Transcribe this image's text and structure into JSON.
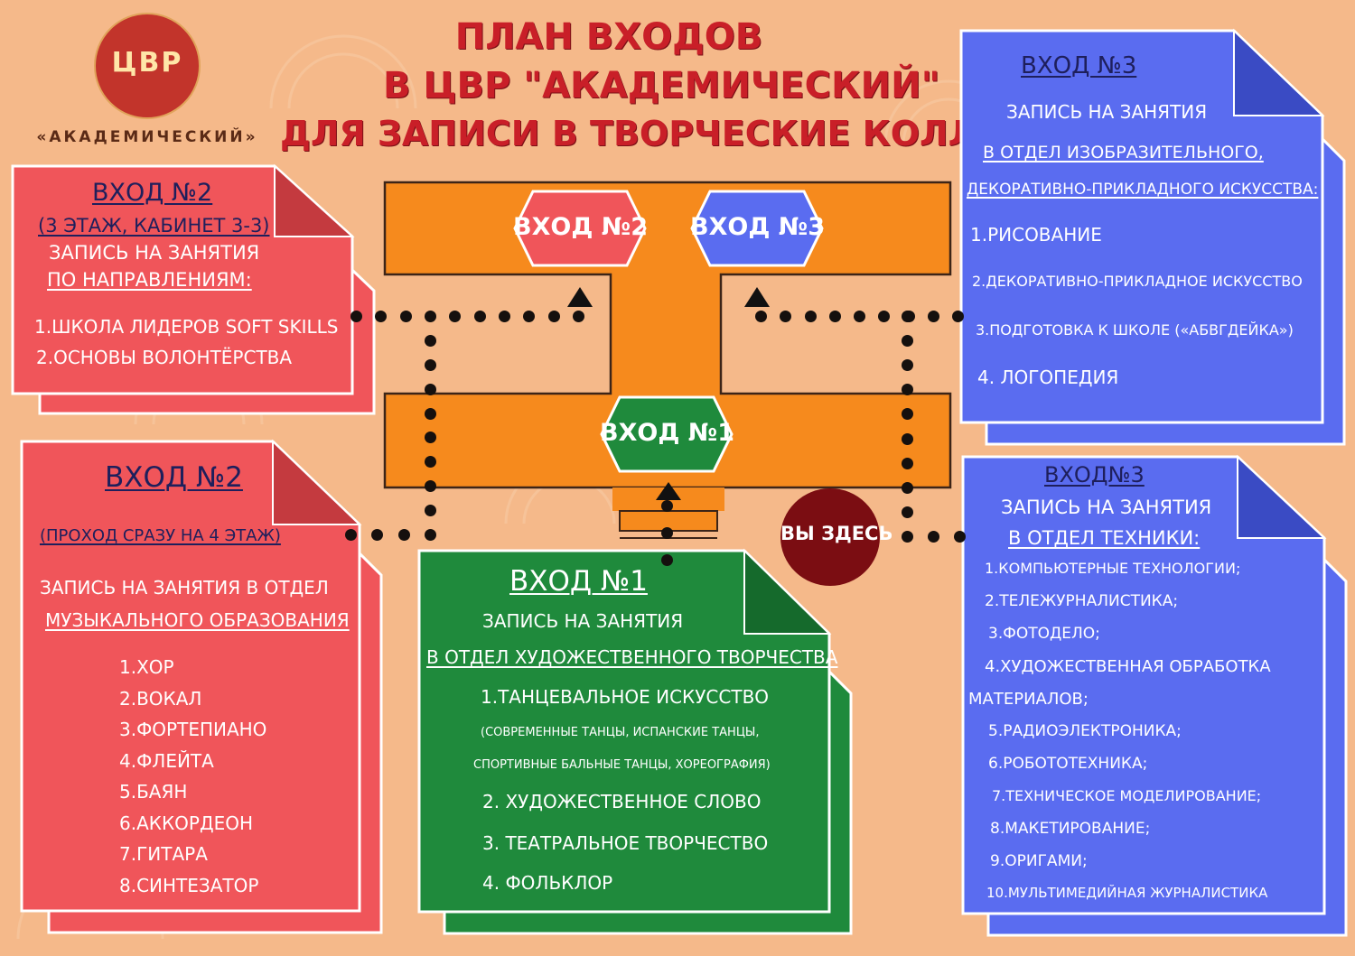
{
  "colors": {
    "background": "#f5b98a",
    "title_red": "#c91f28",
    "card_red": "#f0555a",
    "card_blue": "#5a6cf0",
    "card_green": "#1f8a3c",
    "building_orange": "#f68a1d",
    "you_are_here": "#7b0d12"
  },
  "logo": {
    "abbr": "ЦВР",
    "caption": "«АКАДЕМИЧЕСКИЙ»"
  },
  "title": {
    "line1": "ПЛАН ВХОДОВ",
    "line2": "В ЦВР \"АКАДЕМИЧЕСКИЙ\"",
    "line3": "ДЛЯ ЗАПИСИ В ТВОРЧЕСКИЕ КОЛЛЕКТИВЫ"
  },
  "map": {
    "entrance2": "ВХОД №2",
    "entrance3": "ВХОД №3",
    "entrance1": "ВХОД №1",
    "you_are_here": "ВЫ ЗДЕСЬ"
  },
  "card_e2_top": {
    "title": "ВХОД №2",
    "location": "(3 ЭТАЖ, КАБИНЕТ 3-3)",
    "line1": "ЗАПИСЬ НА ЗАНЯТИЯ",
    "line2": "ПО НАПРАВЛЕНИЯМ:",
    "items": [
      "1.ШКОЛА ЛИДЕРОВ SOFT SKILLS",
      "2.ОСНОВЫ ВОЛОНТЁРСТВА"
    ]
  },
  "card_e2_bottom": {
    "title": "ВХОД №2",
    "note": "(ПРОХОД СРАЗУ НА 4 ЭТАЖ)",
    "line1": "ЗАПИСЬ НА ЗАНЯТИЯ В ОТДЕЛ",
    "line2": "МУЗЫКАЛЬНОГО ОБРАЗОВАНИЯ",
    "items": [
      "1.ХОР",
      "2.ВОКАЛ",
      "3.ФОРТЕПИАНО",
      "4.ФЛЕЙТА",
      "5.БАЯН",
      "6.АККОРДЕОН",
      "7.ГИТАРА",
      "8.СИНТЕЗАТОР"
    ]
  },
  "card_e1": {
    "title": "ВХОД №1",
    "line1": "ЗАПИСЬ НА ЗАНЯТИЯ",
    "line2": "В ОТДЕЛ ХУДОЖЕСТВЕННОГО ТВОРЧЕСТВА",
    "item1": "1.ТАНЦЕВАЛЬНОЕ ИСКУССТВО",
    "sub1": "(СОВРЕМЕННЫЕ ТАНЦЫ, ИСПАНСКИЕ ТАНЦЫ,",
    "sub2": "СПОРТИВНЫЕ БАЛЬНЫЕ ТАНЦЫ, ХОРЕОГРАФИЯ)",
    "item2": "2. ХУДОЖЕСТВЕННОЕ СЛОВО",
    "item3": "3. ТЕАТРАЛЬНОЕ ТВОРЧЕСТВО",
    "item4": "4. ФОЛЬКЛОР"
  },
  "card_e3_top": {
    "title": "ВХОД №3",
    "line1": "ЗАПИСЬ НА ЗАНЯТИЯ",
    "line2": "В ОТДЕЛ   ИЗОБРАЗИТЕЛЬНОГО,",
    "line3": "ДЕКОРАТИВНО-ПРИКЛАДНОГО  ИСКУССТВА:",
    "items": [
      "1.РИСОВАНИЕ",
      "2.ДЕКОРАТИВНО-ПРИКЛАДНОЕ ИСКУССТВО",
      "3.ПОДГОТОВКА К ШКОЛЕ («АБВГДЕЙКА»)",
      "4. ЛОГОПЕДИЯ"
    ]
  },
  "card_e3_bottom": {
    "title": "ВХОД№3",
    "line1": "ЗАПИСЬ НА ЗАНЯТИЯ",
    "line2": "В ОТДЕЛ ТЕХНИКИ:",
    "items": [
      "1.КОМПЬЮТЕРНЫЕ ТЕХНОЛОГИИ;",
      "2.ТЕЛЕЖУРНАЛИСТИКА;",
      "3.ФОТОДЕЛО;",
      "4.ХУДОЖЕСТВЕННАЯ ОБРАБОТКА",
      "МАТЕРИАЛОВ;",
      "5.РАДИОЭЛЕКТРОНИКА;",
      "6.РОБОТОТЕХНИКА;",
      "7.ТЕХНИЧЕСКОЕ МОДЕЛИРОВАНИЕ;",
      "8.МАКЕТИРОВАНИЕ;",
      "9.ОРИГАМИ;",
      "10.МУЛЬТИМЕДИЙНАЯ ЖУРНАЛИСТИКА"
    ]
  }
}
